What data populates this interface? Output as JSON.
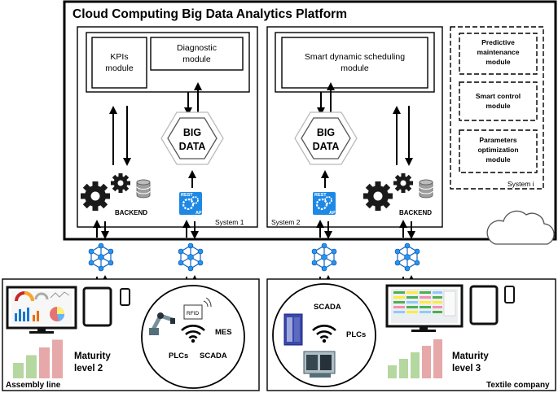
{
  "platform": {
    "title": "Cloud Computing Big Data Analytics Platform"
  },
  "system1": {
    "kpis_line1": "KPIs",
    "kpis_line2": "module",
    "diag_line1": "Diagnostic",
    "diag_line2": "module",
    "big": "BIG",
    "data": "DATA",
    "backend": "BACKEND",
    "label": "System 1"
  },
  "system2": {
    "sched_line1": "Smart dynamic scheduling",
    "sched_line2": "module",
    "big": "BIG",
    "data": "DATA",
    "backend": "BACKEND",
    "label": "System 2"
  },
  "systemi": {
    "pred_line1": "Predictive",
    "pred_line2": "maintenance",
    "pred_line3": "module",
    "ctrl_line1": "Smart control",
    "ctrl_line2": "module",
    "param_line1": "Parameters",
    "param_line2": "optimization",
    "param_line3": "module",
    "label": "System i"
  },
  "api": {
    "rest": "REST",
    "api": "API"
  },
  "assembly": {
    "label": "Assembly line",
    "maturity_line1": "Maturity",
    "maturity_line2": "level 2",
    "rfid": "RFID",
    "mes": "MES",
    "plcs": "PLCs",
    "scada": "SCADA",
    "maturity_bars": [
      2,
      3,
      4,
      5
    ]
  },
  "textile": {
    "label": "Textile company",
    "maturity_line1": "Maturity",
    "maturity_line2": "level 3",
    "scada": "SCADA",
    "plcs": "PLCs",
    "maturity_bars": [
      2,
      3,
      4,
      5,
      6
    ]
  },
  "colors": {
    "api_blue": "#1e88e5",
    "network_blue": "#2196f3",
    "bar_green": "#b5d7a0",
    "bar_pink": "#e6a8a8",
    "gear": "#1a1a1a"
  }
}
